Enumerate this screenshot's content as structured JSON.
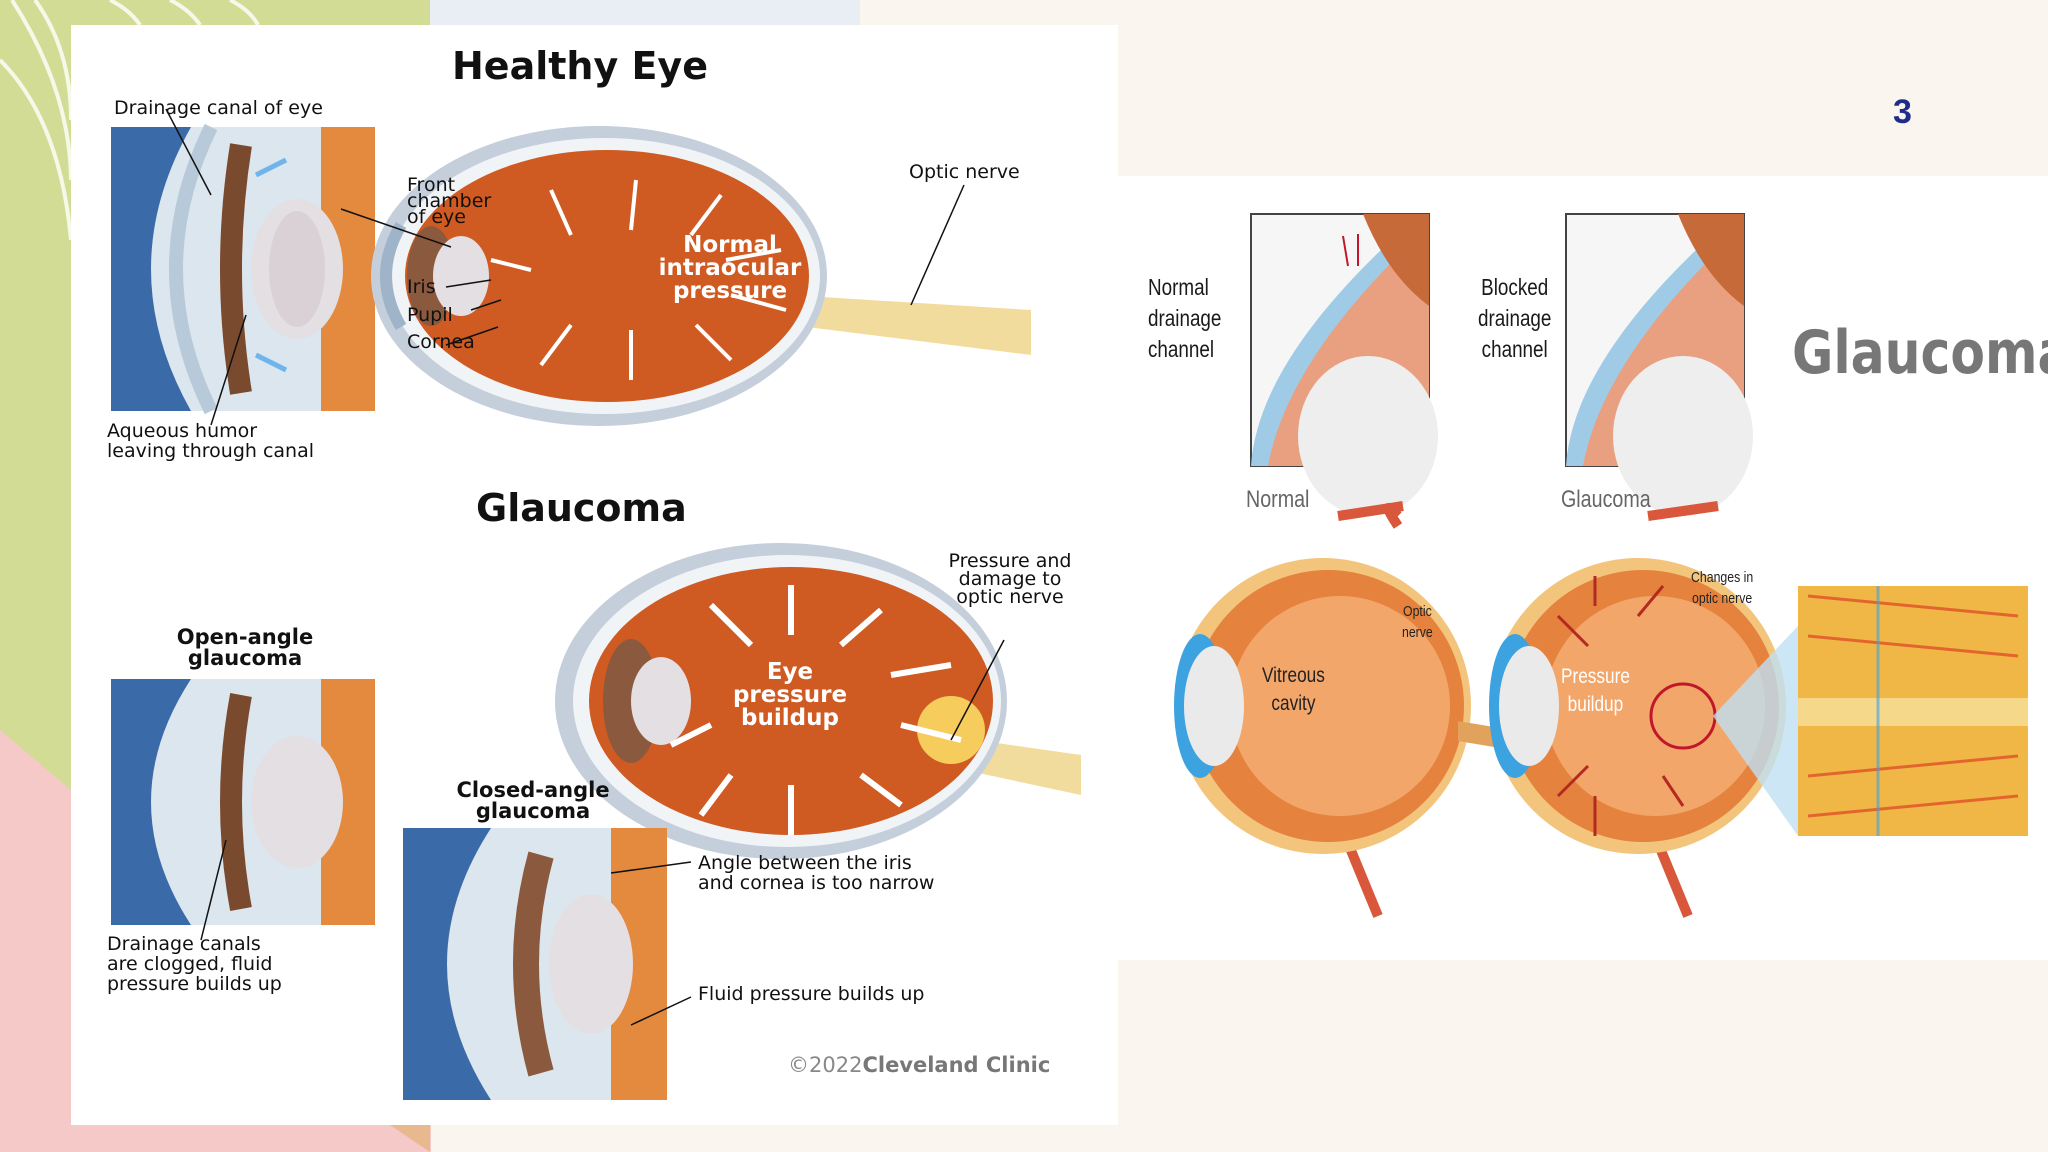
{
  "slide": {
    "number": "3",
    "heading": "Glaucoma"
  },
  "left_figure": {
    "healthy_title": "Healthy Eye",
    "glaucoma_title": "Glaucoma",
    "labels": {
      "drainage_canal": "Drainage canal of eye",
      "aqueous_1": "Aqueous humor",
      "aqueous_2": "leaving through canal",
      "front_1": "Front",
      "front_2": "chamber",
      "front_3": "of eye",
      "iris": "Iris",
      "pupil": "Pupil",
      "cornea": "Cornea",
      "optic_nerve": "Optic nerve",
      "normal_1": "Normal",
      "normal_2": "intraocular",
      "normal_3": "pressure",
      "pressure_damage_1": "Pressure and",
      "pressure_damage_2": "damage to",
      "pressure_damage_3": "optic nerve",
      "eye_pressure_1": "Eye",
      "eye_pressure_2": "pressure",
      "eye_pressure_3": "buildup",
      "open_angle_1": "Open-angle",
      "open_angle_2": "glaucoma",
      "closed_angle_1": "Closed-angle",
      "closed_angle_2": "glaucoma",
      "clogged_1": "Drainage canals",
      "clogged_2": "are clogged, fluid",
      "clogged_3": "pressure builds up",
      "angle_1": "Angle between the iris",
      "angle_2": "and cornea is too narrow",
      "fluid": "Fluid pressure builds up"
    },
    "copyright_prefix": "©2022",
    "copyright_org": "Cleveland Clinic"
  },
  "right_figure": {
    "normal_drainage_1": "Normal",
    "normal_drainage_2": "drainage",
    "normal_drainage_3": "channel",
    "blocked_drainage_1": "Blocked",
    "blocked_drainage_2": "drainage",
    "blocked_drainage_3": "channel",
    "caption_normal": "Normal",
    "caption_glaucoma": "Glaucoma",
    "vitreous_1": "Vitreous",
    "vitreous_2": "cavity",
    "optic_1": "Optic",
    "optic_2": "nerve",
    "pressure_1": "Pressure",
    "pressure_2": "buildup",
    "changes_1": "Changes in",
    "changes_2": "optic nerve"
  },
  "colors": {
    "accent_green": "#d3dc95",
    "accent_pink": "#f5c9c8",
    "slide_number": "#1f2d8a",
    "eye_orange": "#cf5a22",
    "iris_blue": "#3b6aa8"
  }
}
